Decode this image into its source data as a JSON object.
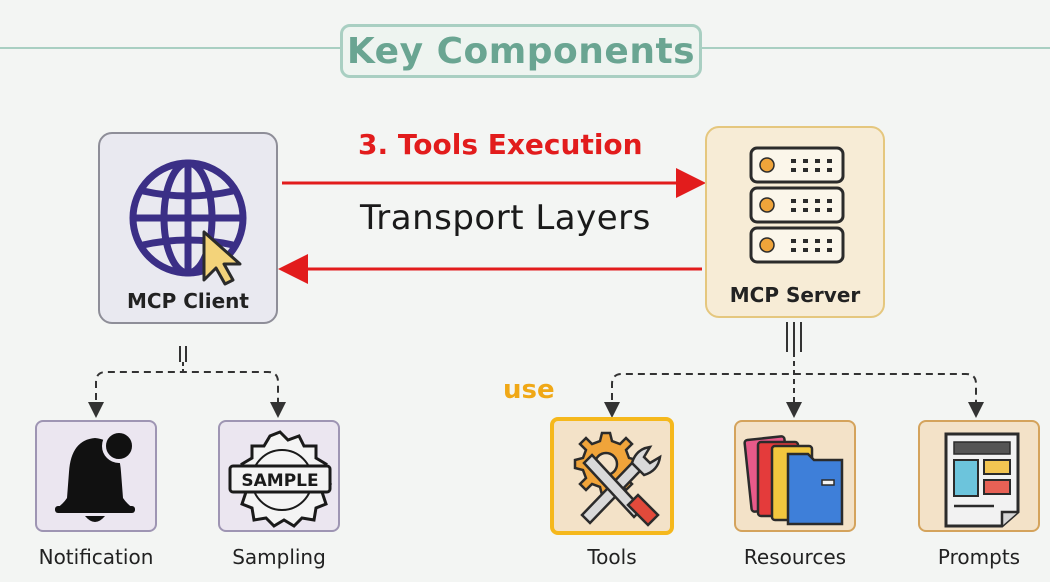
{
  "title": "Key Components",
  "client": {
    "label": "MCP Client",
    "icon": "globe-cursor-icon"
  },
  "server": {
    "label": "MCP Server",
    "icon": "server-rack-icon"
  },
  "transport": {
    "execution_label": "3. Tools Execution",
    "layer_label": "Transport Layers"
  },
  "use_label": "use",
  "client_children": [
    {
      "label": "Notification",
      "icon": "bell-icon"
    },
    {
      "label": "Sampling",
      "icon": "sample-stamp-icon",
      "stamp_text": "SAMPLE"
    }
  ],
  "server_children": [
    {
      "label": "Tools",
      "icon": "tools-icon"
    },
    {
      "label": "Resources",
      "icon": "folders-icon"
    },
    {
      "label": "Prompts",
      "icon": "prompt-document-icon"
    }
  ],
  "colors": {
    "accent_title": "#6aa592",
    "arrow_red": "#e21c1c",
    "highlight": "#f5b81c",
    "use_text": "#f0a816"
  }
}
